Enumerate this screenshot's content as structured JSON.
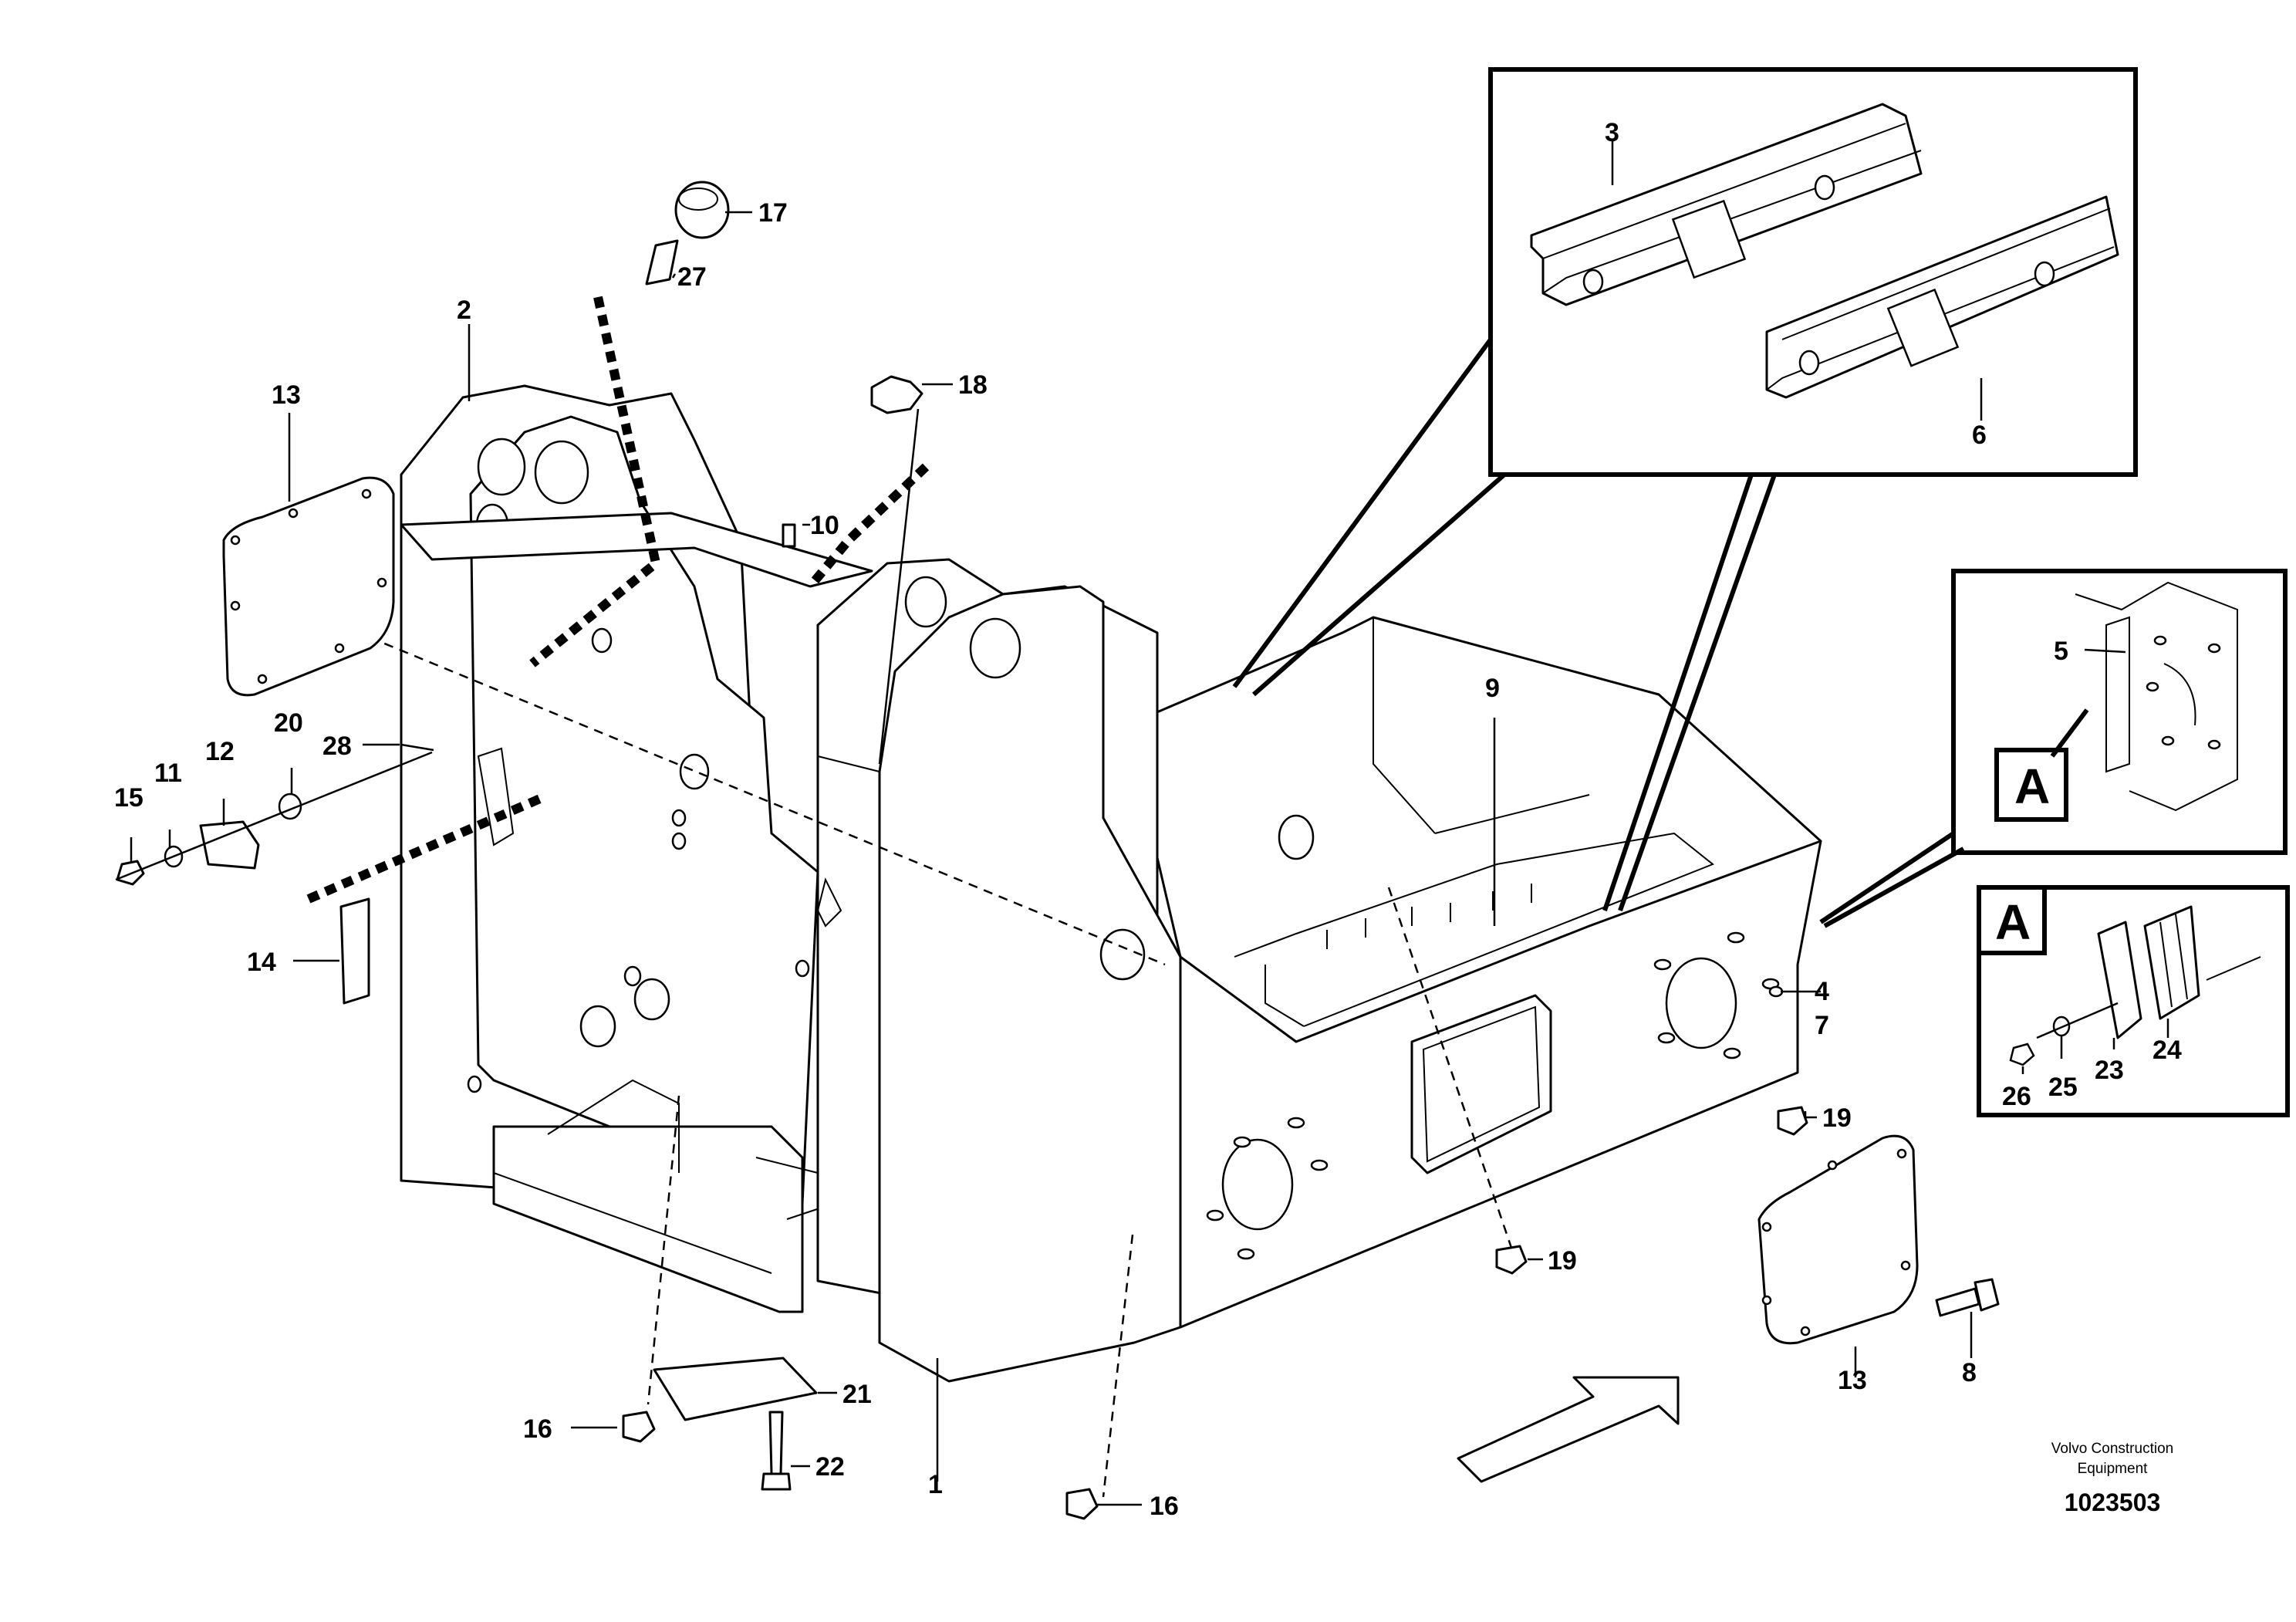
{
  "callouts": {
    "c1": "1",
    "c2": "2",
    "c3": "3",
    "c4": "4",
    "c5": "5",
    "c6": "6",
    "c7": "7",
    "c8": "8",
    "c9": "9",
    "c10": "10",
    "c11": "11",
    "c12": "12",
    "c13a": "13",
    "c13b": "13",
    "c14": "14",
    "c15": "15",
    "c16a": "16",
    "c16b": "16",
    "c17": "17",
    "c18": "18",
    "c19a": "19",
    "c19b": "19",
    "c20": "20",
    "c21": "21",
    "c22": "22",
    "c23": "23",
    "c24": "24",
    "c25": "25",
    "c26": "26",
    "c27": "27",
    "c28": "28"
  },
  "view_labels": {
    "a1": "A",
    "a2": "A"
  },
  "footer": {
    "brand_line1": "Volvo Construction",
    "brand_line2": "Equipment",
    "doc_number": "1023503"
  }
}
